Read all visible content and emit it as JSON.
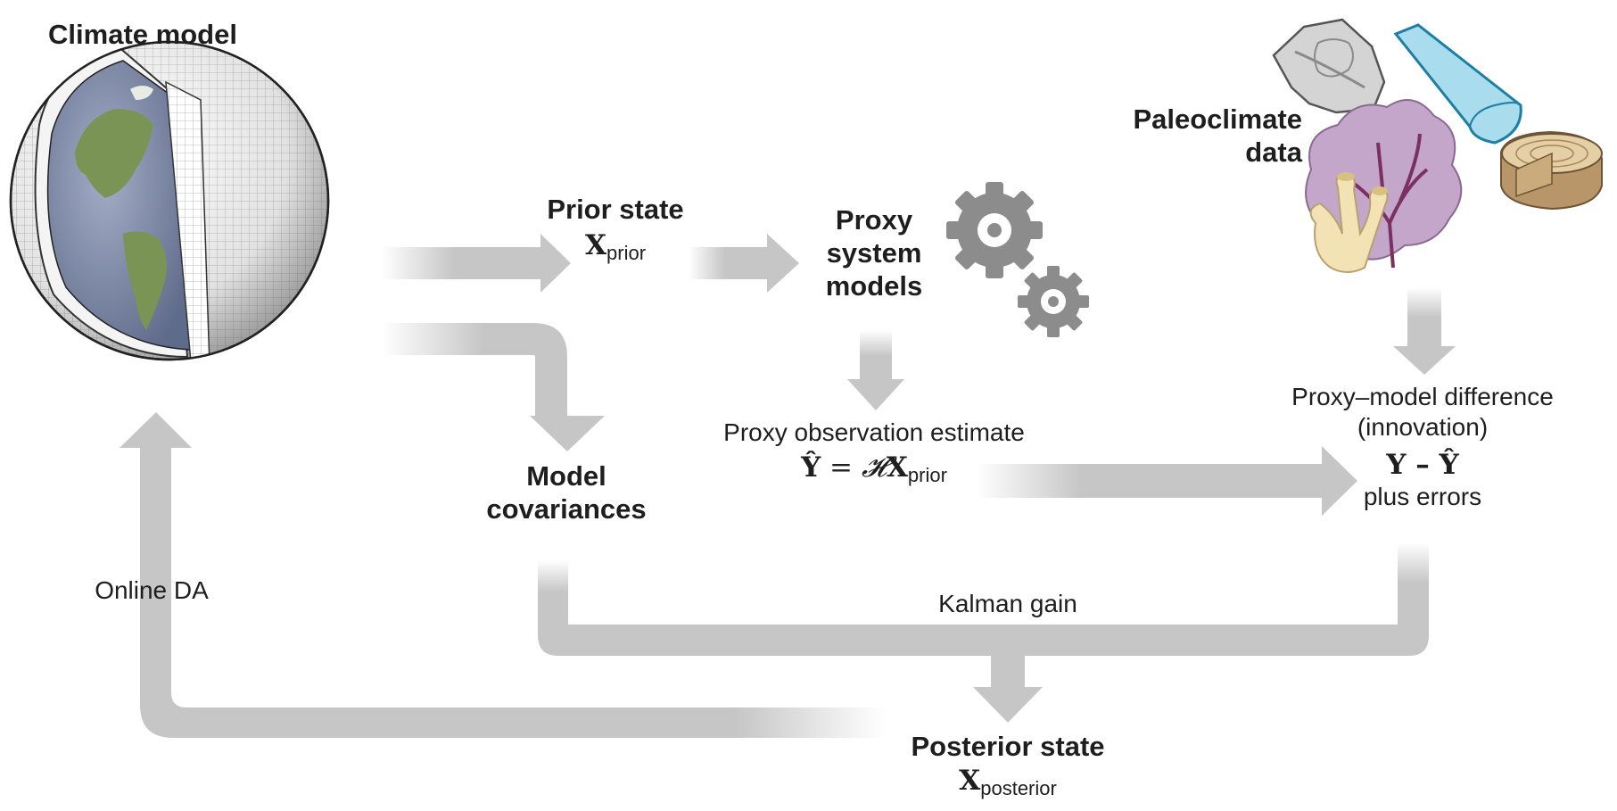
{
  "diagram": {
    "climate_model": "Climate model",
    "paleoclimate_data": [
      "Paleoclimate",
      "data"
    ],
    "prior_state": {
      "title": "Prior state",
      "symbol": "X",
      "subscript": "prior"
    },
    "proxy_system_models": [
      "Proxy",
      "system",
      "models"
    ],
    "model_covariances": [
      "Model",
      "covariances"
    ],
    "proxy_observation_estimate": {
      "title": "Proxy observation estimate",
      "lhs": "Ŷ",
      "eq": " = ",
      "operator": "𝓗",
      "symbol": "X",
      "subscript": "prior"
    },
    "innovation": {
      "line1": "Proxy–model difference",
      "line2": "(innovation)",
      "formula": "Y – Ŷ",
      "line3": "plus errors"
    },
    "kalman_gain": "Kalman gain",
    "online_da": "Online DA",
    "posterior_state": {
      "title": "Posterior state",
      "symbol": "X",
      "subscript": "posterior"
    }
  },
  "colors": {
    "arrow": "#c6c6c6",
    "globe_ocean": "#8a95b2",
    "globe_land": "#7a9455",
    "gear": "#8c8c8c",
    "sea_fan": "#c3a6c9",
    "coral": "#f3e3b4",
    "ice_core": "#a9dcec",
    "wood": "#cfb48c",
    "fossil": "#d4d4d4"
  }
}
